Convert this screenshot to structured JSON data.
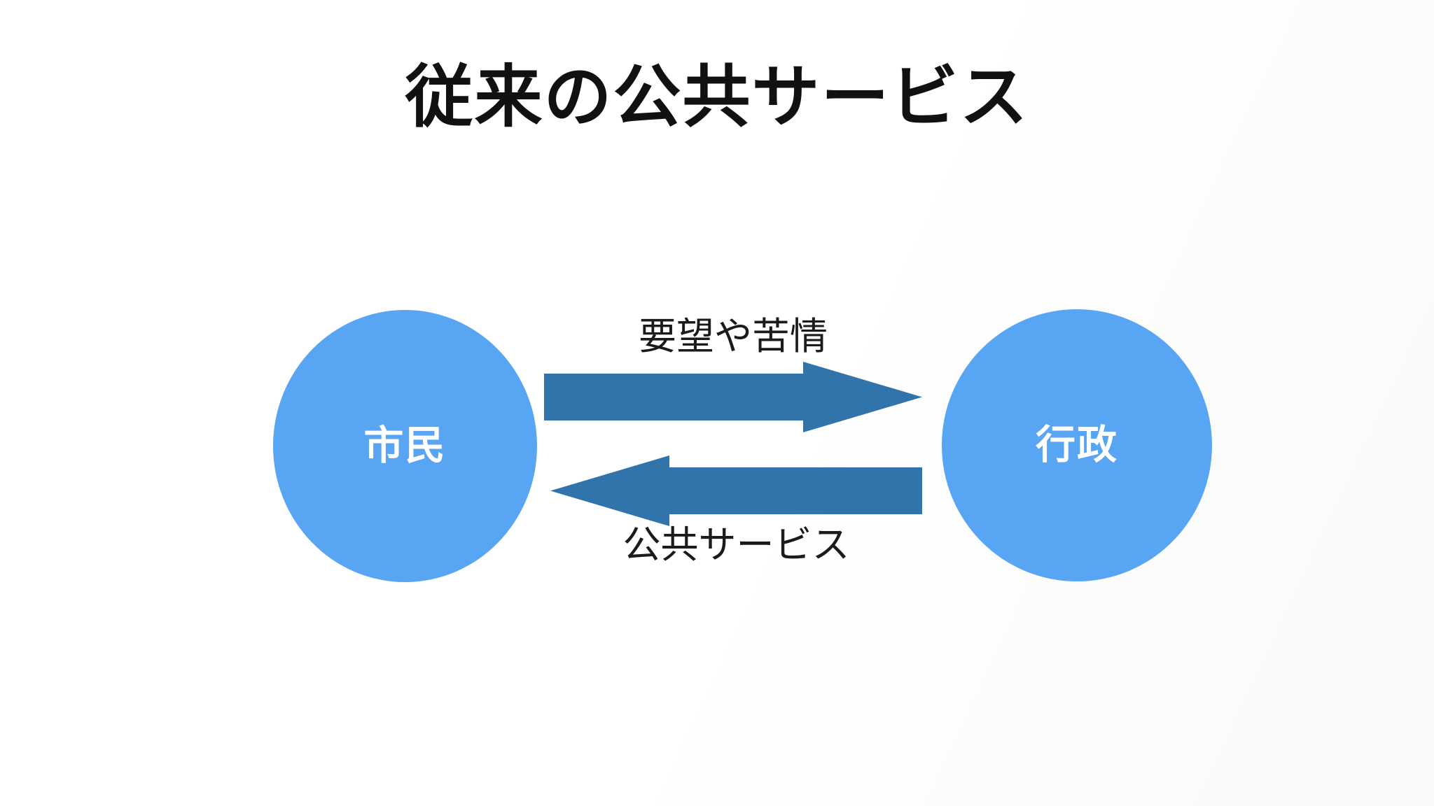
{
  "title": "従来の公共サービス",
  "diagram": {
    "left_node": {
      "label": "市民"
    },
    "right_node": {
      "label": "行政"
    },
    "top_arrow": {
      "label": "要望や苦情",
      "direction": "left-to-right",
      "from": "市民",
      "to": "行政"
    },
    "bottom_arrow": {
      "label": "公共サービス",
      "direction": "right-to-left",
      "from": "行政",
      "to": "市民"
    }
  },
  "colors": {
    "node_fill": "#58a5f3",
    "node_text": "#ffffff",
    "arrow_fill": "#3074ab",
    "label_text": "#1b1b1b",
    "title_text": "#111111",
    "background": "#ffffff"
  }
}
